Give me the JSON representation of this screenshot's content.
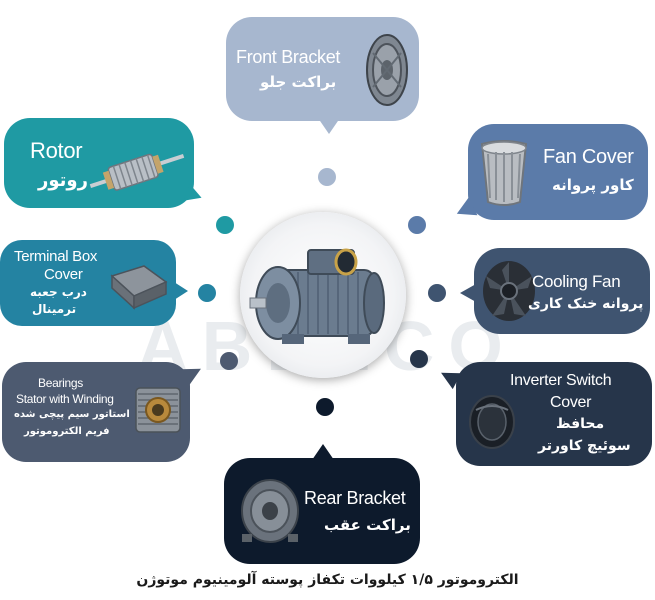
{
  "brand": {
    "watermark": "ABELCO"
  },
  "colors": {
    "front_bracket": "#a7b7cf",
    "fan_cover": "#5b7ba9",
    "rotor": "#1f9aa3",
    "terminal_box": "#2483a2",
    "cooling_fan": "#3f5470",
    "bearings": "#4d5a70",
    "inverter": "#26354a",
    "rear_bracket": "#0d1a2c"
  },
  "parts": {
    "front_bracket": {
      "en": "Front Bracket",
      "fa": "براکت جلو",
      "icon": "front-bracket-icon"
    },
    "fan_cover": {
      "en": "Fan Cover",
      "fa": "کاور پروانه",
      "icon": "fan-cover-icon"
    },
    "rotor": {
      "en": "Rotor",
      "fa": "روتور",
      "icon": "rotor-icon"
    },
    "terminal_box": {
      "en_line1": "Terminal Box",
      "en_line2": "Cover",
      "fa_line1": "درب جعبه",
      "fa_line2": "ترمینال",
      "icon": "terminal-box-icon"
    },
    "cooling_fan": {
      "en": "Cooling Fan",
      "fa": "پروانه خنک کاری",
      "icon": "cooling-fan-icon"
    },
    "bearings": {
      "en_line1": "Bearings",
      "en_line2": "Stator with Winding",
      "fa_line1": "استاتور سیم پیچی شده",
      "fa_line2": "فریم الکتروموتور",
      "icon": "stator-icon"
    },
    "inverter": {
      "en_line1": "Inverter Switch",
      "en_line2": "Cover",
      "fa_line1": "محافظ",
      "fa_line2": "سوئیچ کاورتر",
      "icon": "inverter-cover-icon"
    },
    "rear_bracket": {
      "en": "Rear Bracket",
      "fa": "براکت عقب",
      "icon": "rear-bracket-icon"
    }
  },
  "center": {
    "icon": "electric-motor-icon"
  },
  "caption": "الکتروموتور ۱/۵ کیلووات تکفاز پوسته آلومینیوم موتوژن"
}
